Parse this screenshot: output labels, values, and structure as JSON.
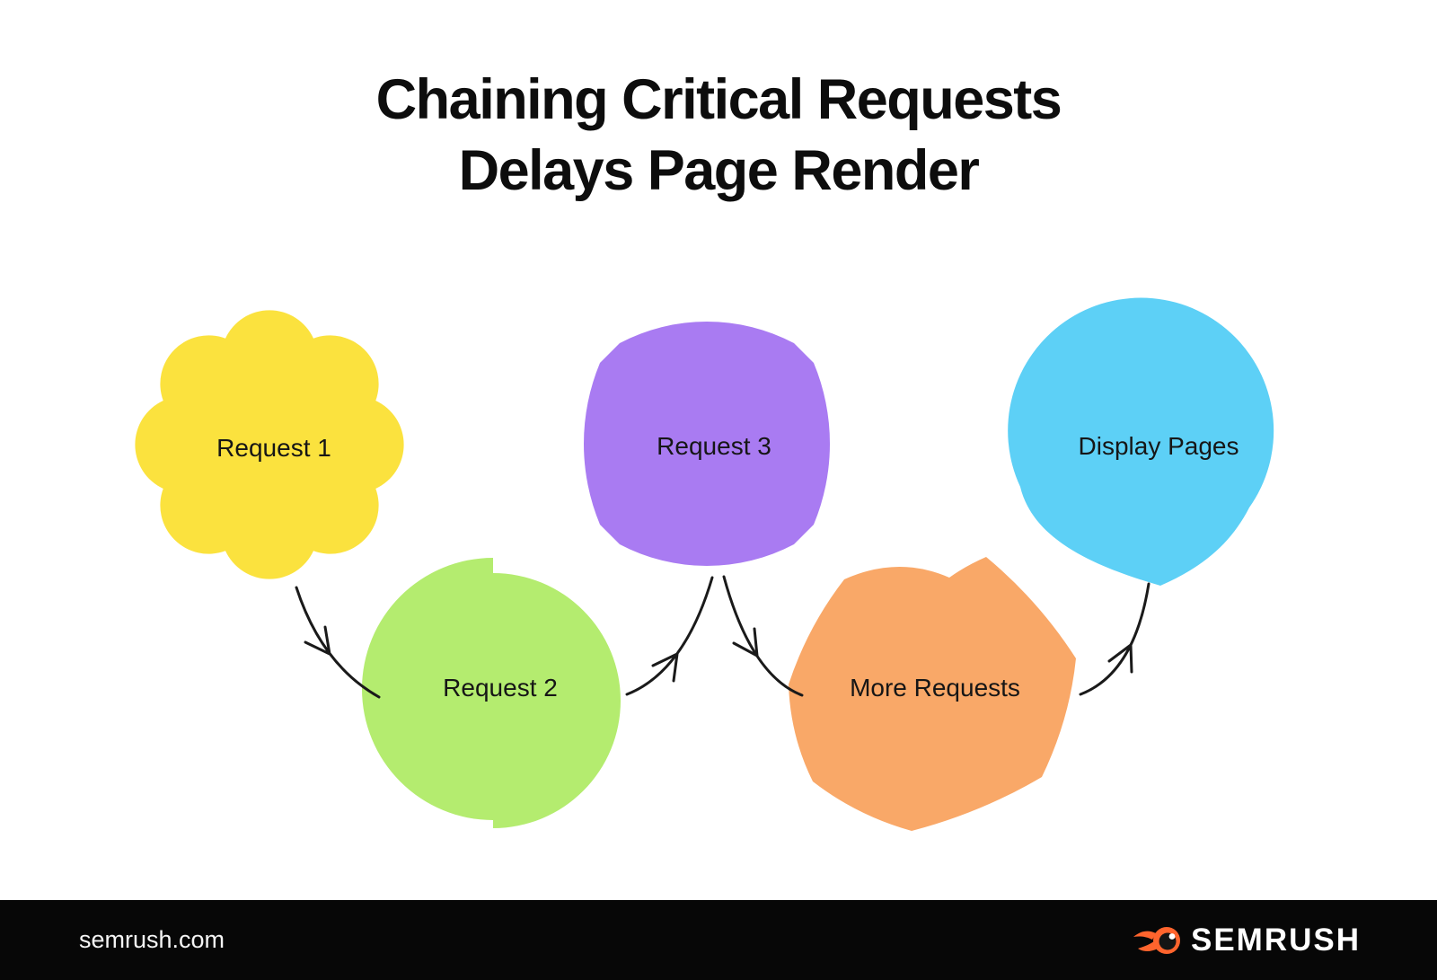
{
  "title": {
    "line1": "Chaining Critical Requests",
    "line2": "Delays Page Render"
  },
  "nodes": [
    {
      "id": "request-1",
      "label": "Request 1",
      "color": "#FBE23E",
      "shape": "eight-petal-flower"
    },
    {
      "id": "request-2",
      "label": "Request 2",
      "color": "#B4EC6F",
      "shape": "notched-circle"
    },
    {
      "id": "request-3",
      "label": "Request 3",
      "color": "#A97BF2",
      "shape": "bulged-square"
    },
    {
      "id": "more-requests",
      "label": "More Requests",
      "color": "#F9A868",
      "shape": "pointed-star-blob"
    },
    {
      "id": "display-pages",
      "label": "Display Pages",
      "color": "#5DD0F6",
      "shape": "balloon"
    }
  ],
  "connections": [
    {
      "from": "Request 1",
      "to": "Request 2"
    },
    {
      "from": "Request 2",
      "to": "Request 3"
    },
    {
      "from": "Request 3",
      "to": "More Requests"
    },
    {
      "from": "More Requests",
      "to": "Display Pages"
    }
  ],
  "arrow_color": "#1a1a1a",
  "footer": {
    "site": "semrush.com",
    "brand": "SEMRUSH",
    "bar_color": "#070707",
    "logo_color": "#FF642D"
  }
}
